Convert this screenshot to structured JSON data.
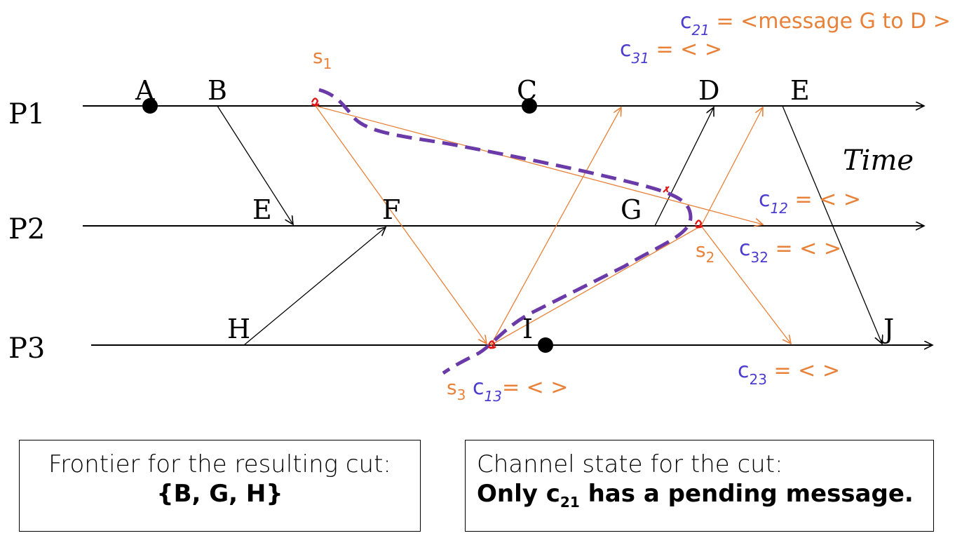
{
  "processes": [
    "P1",
    "P2",
    "P3"
  ],
  "events": {
    "A": "A",
    "B": "B",
    "C": "C",
    "D": "D",
    "E1": "E",
    "E2": "E",
    "F": "F",
    "G": "G",
    "H": "H",
    "I": "I",
    "J": "J"
  },
  "time_label": "Time",
  "snapshots": {
    "s1": "s",
    "s1_sub": "1",
    "s2": "s",
    "s2_sub": "2",
    "s3": "s",
    "s3_sub": "3"
  },
  "channels": {
    "c21": {
      "c": "c",
      "sub": "21",
      "value": " = <message G to D >"
    },
    "c31": {
      "c": "c",
      "sub": "31",
      "value": " = < >"
    },
    "c12": {
      "c": "c",
      "sub": "12",
      "value": " = < >"
    },
    "c32": {
      "c": "c",
      "sub": "32",
      "value": " = < >"
    },
    "c23": {
      "c": "c",
      "sub": "23",
      "value": " = < >"
    },
    "c13": {
      "c": "c",
      "sub": "13",
      "value": "= < >"
    }
  },
  "colors": {
    "orange": "#e8823a",
    "blue": "#4b3ccf",
    "cut": "#6a3aa8",
    "marker": "#e01818"
  },
  "frontier_box": {
    "line1": "Frontier for the resulting cut:",
    "line2": "{B, G, H}"
  },
  "channel_box": {
    "line1": "Channel state for the cut:",
    "line2_pre": "Only c",
    "line2_sub": "21",
    "line2_post": " has a pending message."
  }
}
